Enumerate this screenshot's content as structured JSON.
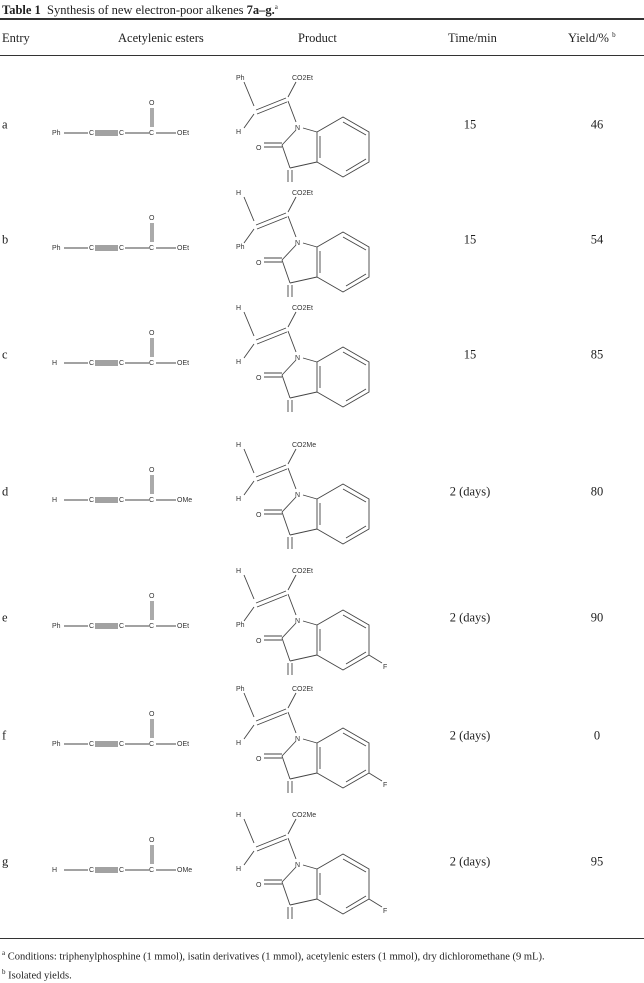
{
  "caption": {
    "label": "Table 1",
    "text": "Synthesis of new electron-poor alkenes ",
    "compounds": "7a–g.",
    "note": "a"
  },
  "headers": {
    "entry": "Entry",
    "esters": "Acetylenic esters",
    "product": "Product",
    "time": "Time/min",
    "yield": "Yield/%",
    "yield_note": "b"
  },
  "rows": [
    {
      "entry": "a",
      "ester_left": "Ph",
      "ester_right": "OEt",
      "prod_top": "Ph",
      "prod_bottom": "H",
      "prod_ester": "CO2Et",
      "fluoro": "",
      "time": "15",
      "yield": "46"
    },
    {
      "entry": "b",
      "ester_left": "Ph",
      "ester_right": "OEt",
      "prod_top": "H",
      "prod_bottom": "Ph",
      "prod_ester": "CO2Et",
      "fluoro": "",
      "time": "15",
      "yield": "54"
    },
    {
      "entry": "c",
      "ester_left": "H",
      "ester_right": "OEt",
      "prod_top": "H",
      "prod_bottom": "H",
      "prod_ester": "CO2Et",
      "fluoro": "",
      "time": "15",
      "yield": "85"
    },
    {
      "entry": "d",
      "ester_left": "H",
      "ester_right": "OMe",
      "prod_top": "H",
      "prod_bottom": "H",
      "prod_ester": "CO2Me",
      "fluoro": "",
      "time": "2 (days)",
      "yield": "80"
    },
    {
      "entry": "e",
      "ester_left": "Ph",
      "ester_right": "OEt",
      "prod_top": "H",
      "prod_bottom": "Ph",
      "prod_ester": "CO2Et",
      "fluoro": "F",
      "time": "2 (days)",
      "yield": "90"
    },
    {
      "entry": "f",
      "ester_left": "Ph",
      "ester_right": "OEt",
      "prod_top": "Ph",
      "prod_bottom": "H",
      "prod_ester": "CO2Et",
      "fluoro": "F",
      "time": "2 (days)",
      "yield": "0"
    },
    {
      "entry": "g",
      "ester_left": "H",
      "ester_right": "OMe",
      "prod_top": "H",
      "prod_bottom": "H",
      "prod_ester": "CO2Me",
      "fluoro": "F",
      "time": "2 (days)",
      "yield": "95"
    }
  ],
  "atoms": {
    "C": "C",
    "O": "O",
    "N": "N"
  },
  "footnotes": [
    {
      "mark": "a",
      "text": "Conditions: triphenylphosphine (1 mmol), isatin derivatives (1 mmol), acetylenic esters (1 mmol), dry dichloromethane (9 mL)."
    },
    {
      "mark": "b",
      "text": "Isolated yields."
    }
  ]
}
